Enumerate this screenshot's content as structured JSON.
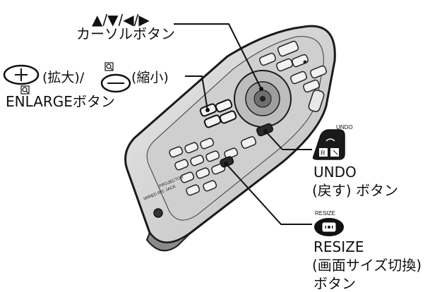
{
  "labels": {
    "cursor_arrows": "▲/▼/◀/▶",
    "cursor_button": "カーソルボタン",
    "enlarge_plus_text": "(拡大)/",
    "enlarge_minus_text": "(縮小)",
    "enlarge_button": "ENLARGEボタン",
    "undo_small": "UNDO",
    "undo_title": "UNDO",
    "undo_desc": "(戻す) ボタン",
    "resize_small": "RESIZE",
    "resize_title": "RESIZE",
    "resize_desc": "(画面サイズ切換)",
    "resize_button": "ボタン"
  },
  "remote": {
    "brand": "PROJECTOR",
    "jack": "WIRED R/C JACK"
  },
  "colors": {
    "remote_body": "#d9d9d9",
    "remote_dark": "#2a2a2a",
    "button_face": "#f4f4f4",
    "line": "#111111"
  }
}
